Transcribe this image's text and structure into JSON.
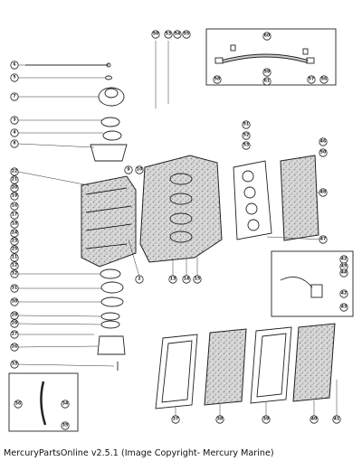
{
  "caption": "MercuryPartsOnline v2.5.1 (Image Copyright- Mercury Marine)",
  "callouts": [
    {
      "num": "6"
    },
    {
      "num": "5"
    },
    {
      "num": "7"
    },
    {
      "num": "3"
    },
    {
      "num": "4"
    },
    {
      "num": "8"
    },
    {
      "num": "22"
    },
    {
      "num": "21"
    },
    {
      "num": "20"
    },
    {
      "num": "19"
    },
    {
      "num": "16"
    },
    {
      "num": "17"
    },
    {
      "num": "18"
    },
    {
      "num": "24"
    },
    {
      "num": "23"
    },
    {
      "num": "25"
    },
    {
      "num": "11"
    },
    {
      "num": "12"
    },
    {
      "num": "32"
    },
    {
      "num": "31"
    },
    {
      "num": "30"
    },
    {
      "num": "29"
    },
    {
      "num": "28"
    },
    {
      "num": "27"
    },
    {
      "num": "26"
    },
    {
      "num": "33"
    },
    {
      "num": "9"
    },
    {
      "num": "10"
    },
    {
      "num": "2"
    },
    {
      "num": "13"
    },
    {
      "num": "14"
    },
    {
      "num": "15"
    },
    {
      "num": "51"
    },
    {
      "num": "52"
    },
    {
      "num": "53"
    },
    {
      "num": "50"
    },
    {
      "num": "53"
    },
    {
      "num": "54"
    },
    {
      "num": "55"
    },
    {
      "num": "60"
    },
    {
      "num": "61"
    },
    {
      "num": "58"
    },
    {
      "num": "59"
    },
    {
      "num": "57"
    },
    {
      "num": "56"
    },
    {
      "num": "46"
    },
    {
      "num": "50"
    },
    {
      "num": "48"
    },
    {
      "num": "47"
    },
    {
      "num": "42"
    },
    {
      "num": "45"
    },
    {
      "num": "44"
    },
    {
      "num": "42"
    },
    {
      "num": "43"
    },
    {
      "num": "37"
    },
    {
      "num": "38"
    },
    {
      "num": "39"
    },
    {
      "num": "40"
    },
    {
      "num": "41"
    },
    {
      "num": "36"
    },
    {
      "num": "34"
    },
    {
      "num": "35"
    }
  ]
}
